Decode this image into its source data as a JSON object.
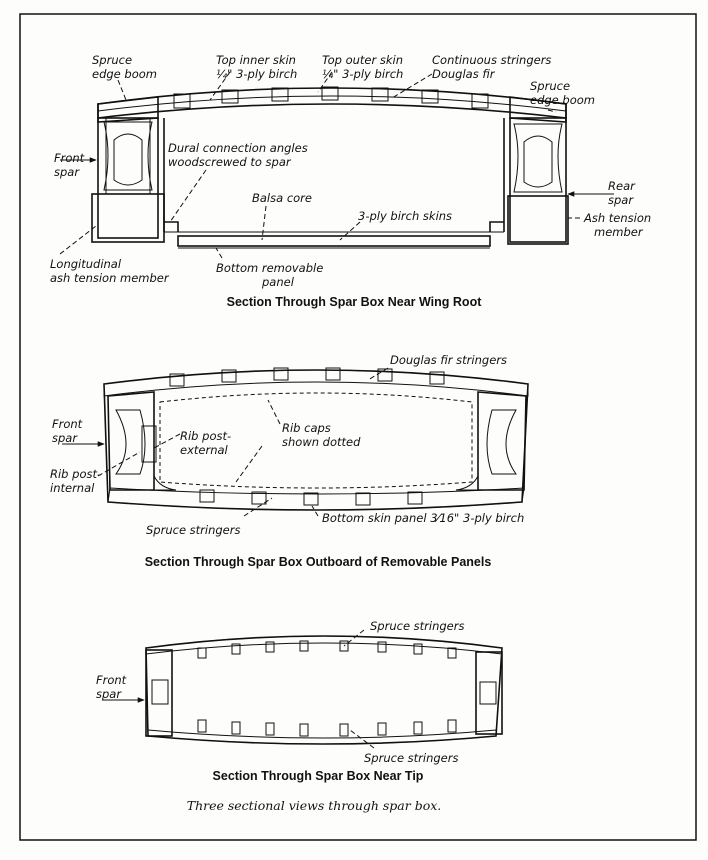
{
  "section1": {
    "caption": "Section Through Spar Box Near Wing Root",
    "labels": {
      "spruce_edge_boom_left_1": "Spruce",
      "spruce_edge_boom_left_2": "edge boom",
      "top_inner_skin_1": "Top inner skin",
      "top_inner_skin_2": "¼\" 3-ply birch",
      "top_outer_skin_1": "Top outer skin",
      "top_outer_skin_2": "¼\" 3-ply birch",
      "continuous_stringers_1": "Continuous stringers",
      "continuous_stringers_2": "Douglas fir",
      "spruce_edge_boom_right_1": "Spruce",
      "spruce_edge_boom_right_2": "edge boom",
      "front_spar_1": "Front",
      "front_spar_2": "spar",
      "dural_1": "Dural connection angles",
      "dural_2": "woodscrewed to spar",
      "rear_spar_1": "Rear",
      "rear_spar_2": "spar",
      "balsa_core": "Balsa core",
      "birch_skins": "3-ply birch skins",
      "ash_tension_1": "Ash tension",
      "ash_tension_2": "member",
      "longitudinal_1": "Longitudinal",
      "longitudinal_2": "ash tension member",
      "bottom_panel_1": "Bottom removable",
      "bottom_panel_2": "panel"
    }
  },
  "section2": {
    "caption": "Section Through Spar Box Outboard of Removable Panels",
    "labels": {
      "douglas_fir_stringers": "Douglas fir stringers",
      "front_spar_1": "Front",
      "front_spar_2": "spar",
      "rib_post_external_1": "Rib post-",
      "rib_post_external_2": "external",
      "rib_caps_1": "Rib caps",
      "rib_caps_2": "shown dotted",
      "rib_post_internal_1": "Rib post-",
      "rib_post_internal_2": "internal",
      "spruce_stringers": "Spruce stringers",
      "bottom_skin_panel": "Bottom skin panel 3⁄16\" 3-ply birch"
    }
  },
  "section3": {
    "caption": "Section Through Spar Box Near Tip",
    "labels": {
      "spruce_stringers_top": "Spruce stringers",
      "front_spar_1": "Front",
      "front_spar_2": "spar",
      "spruce_stringers_bottom": "Spruce stringers"
    }
  },
  "figure_caption": "Three sectional views through spar box."
}
